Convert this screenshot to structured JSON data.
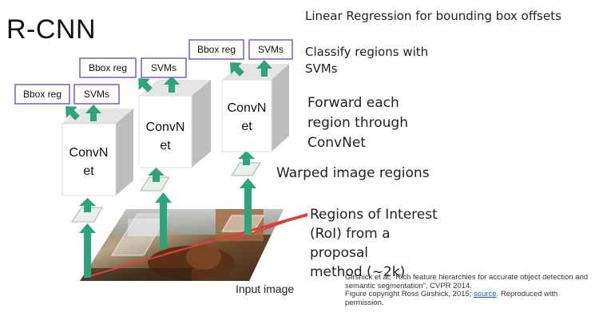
{
  "title": "R-CNN",
  "steps": {
    "linear_regression": "Linear Regression for bounding box offsets",
    "classify_line1": "Classify regions with",
    "classify_line2": "SVMs",
    "forward_line1": "Forward each",
    "forward_line2": "region through",
    "forward_line3": "ConvNet",
    "warped": "Warped image regions",
    "roi_line1": "Regions of Interest",
    "roi_line2": "(RoI) from a proposal",
    "roi_line3": "method (~2k)"
  },
  "input_image_label": "Input image",
  "pipelines": [
    {
      "bbox_label": "Bbox reg",
      "svm_label": "SVMs",
      "convnet_line1": "ConvN",
      "convnet_line2": "et"
    },
    {
      "bbox_label": "Bbox reg",
      "svm_label": "SVMs",
      "convnet_line1": "ConvN",
      "convnet_line2": "et"
    },
    {
      "bbox_label": "Bbox reg",
      "svm_label": "SVMs",
      "convnet_line1": "ConvN",
      "convnet_line2": "et"
    }
  ],
  "citation": {
    "line1": "Girshick et al, “Rich feature hierarchies for accurate object detection and",
    "line2": "semantic segmentation”, CVPR 2014.",
    "line3_prefix": "Figure copyright Ross Girshick, 2015;",
    "link_text": "source",
    "line3_suffix": ". Reproduced with permission."
  },
  "colors": {
    "arrow": "#2fa37c",
    "box_border": "#7b5fb5",
    "roi_line": "#d9403a",
    "cube_front": "#ffffff",
    "cube_side": "#bdbdbd",
    "cube_top": "#e4e4e4"
  }
}
